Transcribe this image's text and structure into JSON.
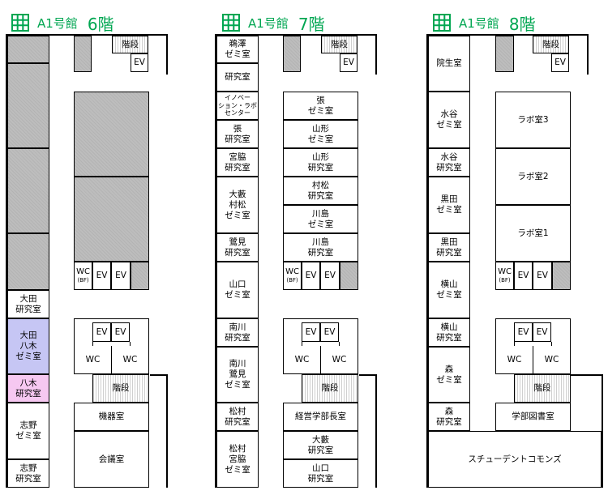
{
  "building_label": "A1号館",
  "floors": [
    {
      "floor_label": "6階",
      "rooms": {
        "stairs_top": "階段",
        "ev_top": "EV",
        "wc_bf": "WC",
        "wc_bf_note": "(BF)",
        "ev_mid_1": "EV",
        "ev_mid_2": "EV",
        "ota_lab": "大田\n研究室",
        "ota_yagi_seminar": "大田\n八木\nゼミ室",
        "yagi_lab": "八木\n研究室",
        "shino_seminar": "志野\nゼミ室",
        "shino_lab": "志野\n研究室",
        "ev_low_1": "EV",
        "ev_low_2": "EV",
        "wc_low_1": "WC",
        "wc_low_2": "WC",
        "stairs_low": "階段",
        "equipment_room": "機器室",
        "conference_room": "会議室"
      }
    },
    {
      "floor_label": "7階",
      "rooms": {
        "aizawa_seminar": "鵜澤\nゼミ室",
        "lab_1": "研究室",
        "innovation_center": "イノベー\nション・ラボ\nセンター",
        "zhang_lab": "張\n研究室",
        "miyawaki_lab": "宮脇\n研究室",
        "oyabu_muramatsu_seminar": "大藪\n村松\nゼミ室",
        "sagimi_lab": "鷺見\n研究室",
        "yamaguchi_seminar": "山口\nゼミ室",
        "minamikawa_lab": "南川\n研究室",
        "minamikawa_sagimi_seminar": "南川\n鷺見\nゼミ室",
        "matsumura_lab": "松村\n研究室",
        "matsumura_miyawaki_seminar": "松村\n宮脇\nゼミ室",
        "stairs_top": "階段",
        "ev_top": "EV",
        "zhang_seminar": "張\nゼミ室",
        "yamagata_seminar": "山形\nゼミ室",
        "yamagata_lab": "山形\n研究室",
        "muramatsu_lab": "村松\n研究室",
        "kawashima_seminar": "川島\nゼミ室",
        "kawashima_lab": "川島\n研究室",
        "wc_bf": "WC",
        "wc_bf_note": "(BF)",
        "ev_mid_1": "EV",
        "ev_mid_2": "EV",
        "ev_low_1": "EV",
        "ev_low_2": "EV",
        "wc_low_1": "WC",
        "wc_low_2": "WC",
        "stairs_low": "階段",
        "dean_room": "経営学部長室",
        "oyabu_lab": "大藪\n研究室",
        "yamaguchi_lab": "山口\n研究室"
      }
    },
    {
      "floor_label": "8階",
      "rooms": {
        "graduate_room": "院生室",
        "mizutani_seminar": "水谷\nゼミ室",
        "mizutani_lab": "水谷\n研究室",
        "kuroda_seminar": "黒田\nゼミ室",
        "kuroda_lab": "黒田\n研究室",
        "yokoyama_seminar": "横山\nゼミ室",
        "yokoyama_lab": "横山\n研究室",
        "mori_seminar": "森\nゼミ室",
        "mori_lab": "森\n研究室",
        "stairs_top": "階段",
        "ev_top": "EV",
        "lab_room_3": "ラボ室3",
        "lab_room_2": "ラボ室2",
        "lab_room_1": "ラボ室1",
        "wc_bf": "WC",
        "wc_bf_note": "(BF)",
        "ev_mid_1": "EV",
        "ev_mid_2": "EV",
        "ev_low_1": "EV",
        "ev_low_2": "EV",
        "wc_low_1": "WC",
        "wc_low_2": "WC",
        "stairs_low": "階段",
        "faculty_library": "学部図書室",
        "student_commons": "スチューデントコモンズ"
      }
    }
  ],
  "colors": {
    "title": "#00a651",
    "gray_room": "#bdbdbd",
    "highlight_blue": "#c6c6f4",
    "highlight_pink": "#f6c8f1"
  }
}
